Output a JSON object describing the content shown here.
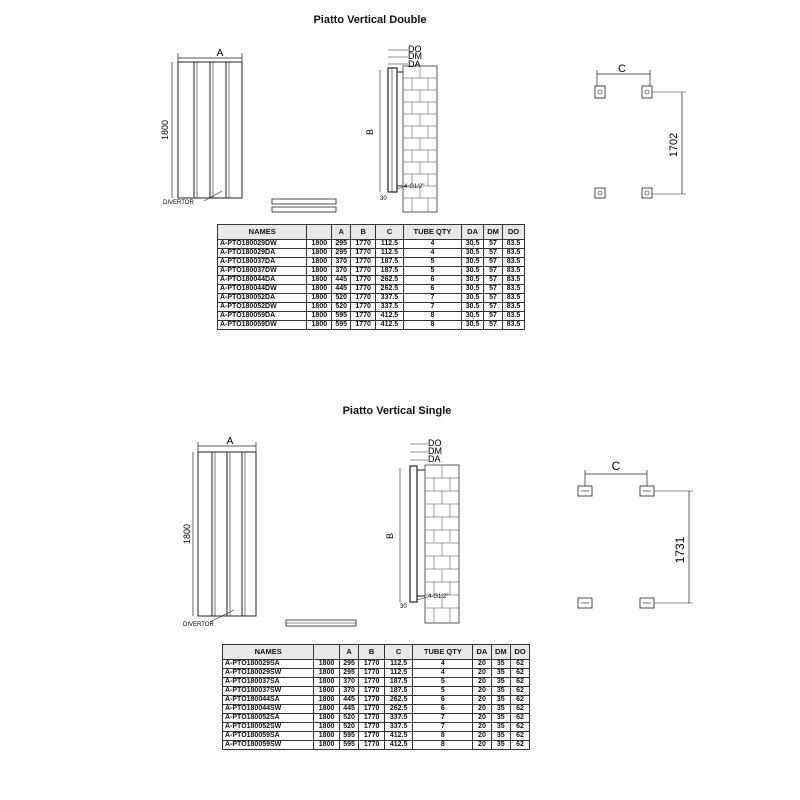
{
  "double": {
    "title": "Piatto Vertical Double",
    "front": {
      "width_label": "A",
      "height_label": "1800",
      "divertor_label": "DIVERTOR"
    },
    "side": {
      "do_label": "DO",
      "dm_label": "DM",
      "da_label": "DA",
      "b_label": "B",
      "offset_label": "30",
      "thread_label": "4-G1/2\""
    },
    "bracket": {
      "c_label": "C",
      "height_label": "1702"
    },
    "table": {
      "headers": [
        "NAMES",
        "",
        "A",
        "B",
        "C",
        "TUBE QTY",
        "DA",
        "DM",
        "DO"
      ],
      "rows": [
        [
          "A-PTO180029DW",
          "1800",
          "295",
          "1770",
          "112.5",
          "4",
          "30.5",
          "57",
          "83.5"
        ],
        [
          "A-PTO180029DA",
          "1800",
          "295",
          "1770",
          "112.5",
          "4",
          "30.5",
          "57",
          "83.5"
        ],
        [
          "A-PTO180037DA",
          "1800",
          "370",
          "1770",
          "187.5",
          "5",
          "30.5",
          "57",
          "83.5"
        ],
        [
          "A-PTO180037DW",
          "1800",
          "370",
          "1770",
          "187.5",
          "5",
          "30.5",
          "57",
          "83.5"
        ],
        [
          "A-PTO180044DA",
          "1800",
          "445",
          "1770",
          "262.5",
          "6",
          "30.5",
          "57",
          "83.5"
        ],
        [
          "A-PTO180044DW",
          "1800",
          "445",
          "1770",
          "262.5",
          "6",
          "30.5",
          "57",
          "83.5"
        ],
        [
          "A-PTO180052DA",
          "1800",
          "520",
          "1770",
          "337.5",
          "7",
          "30.5",
          "57",
          "83.5"
        ],
        [
          "A-PTO180052DW",
          "1800",
          "520",
          "1770",
          "337.5",
          "7",
          "30.5",
          "57",
          "83.5"
        ],
        [
          "A-PTO180059DA",
          "1800",
          "595",
          "1770",
          "412.5",
          "8",
          "30.5",
          "57",
          "83.5"
        ],
        [
          "A-PTO180059DW",
          "1800",
          "595",
          "1770",
          "412.5",
          "8",
          "30.5",
          "57",
          "83.5"
        ]
      ]
    }
  },
  "single": {
    "title": "Piatto Vertical Single",
    "front": {
      "width_label": "A",
      "height_label": "1800",
      "divertor_label": "DIVERTOR"
    },
    "side": {
      "do_label": "DO",
      "dm_label": "DM",
      "da_label": "DA",
      "b_label": "B",
      "offset_label": "30",
      "thread_label": "4-G1/2\""
    },
    "bracket": {
      "c_label": "C",
      "height_label": "1731"
    },
    "table": {
      "headers": [
        "NAMES",
        "",
        "A",
        "B",
        "C",
        "TUBE QTY",
        "DA",
        "DM",
        "DO"
      ],
      "rows": [
        [
          "A-PTO180029SA",
          "1800",
          "295",
          "1770",
          "112.5",
          "4",
          "20",
          "35",
          "62"
        ],
        [
          "A-PTO180029SW",
          "1800",
          "295",
          "1770",
          "112.5",
          "4",
          "20",
          "35",
          "62"
        ],
        [
          "A-PTO180037SA",
          "1800",
          "370",
          "1770",
          "187.5",
          "5",
          "20",
          "35",
          "62"
        ],
        [
          "A-PTO180037SW",
          "1800",
          "370",
          "1770",
          "187.5",
          "5",
          "20",
          "35",
          "62"
        ],
        [
          "A-PTO180044SA",
          "1800",
          "445",
          "1770",
          "262.5",
          "6",
          "20",
          "35",
          "62"
        ],
        [
          "A-PTO180044SW",
          "1800",
          "445",
          "1770",
          "262.5",
          "6",
          "20",
          "35",
          "62"
        ],
        [
          "A-PTO180052SA",
          "1800",
          "520",
          "1770",
          "337.5",
          "7",
          "20",
          "35",
          "62"
        ],
        [
          "A-PTO180052SW",
          "1800",
          "520",
          "1770",
          "337.5",
          "7",
          "20",
          "35",
          "62"
        ],
        [
          "A-PTO180059SA",
          "1800",
          "595",
          "1770",
          "412.5",
          "8",
          "20",
          "35",
          "62"
        ],
        [
          "A-PTO180059SW",
          "1800",
          "595",
          "1770",
          "412.5",
          "8",
          "20",
          "35",
          "62"
        ]
      ]
    }
  }
}
